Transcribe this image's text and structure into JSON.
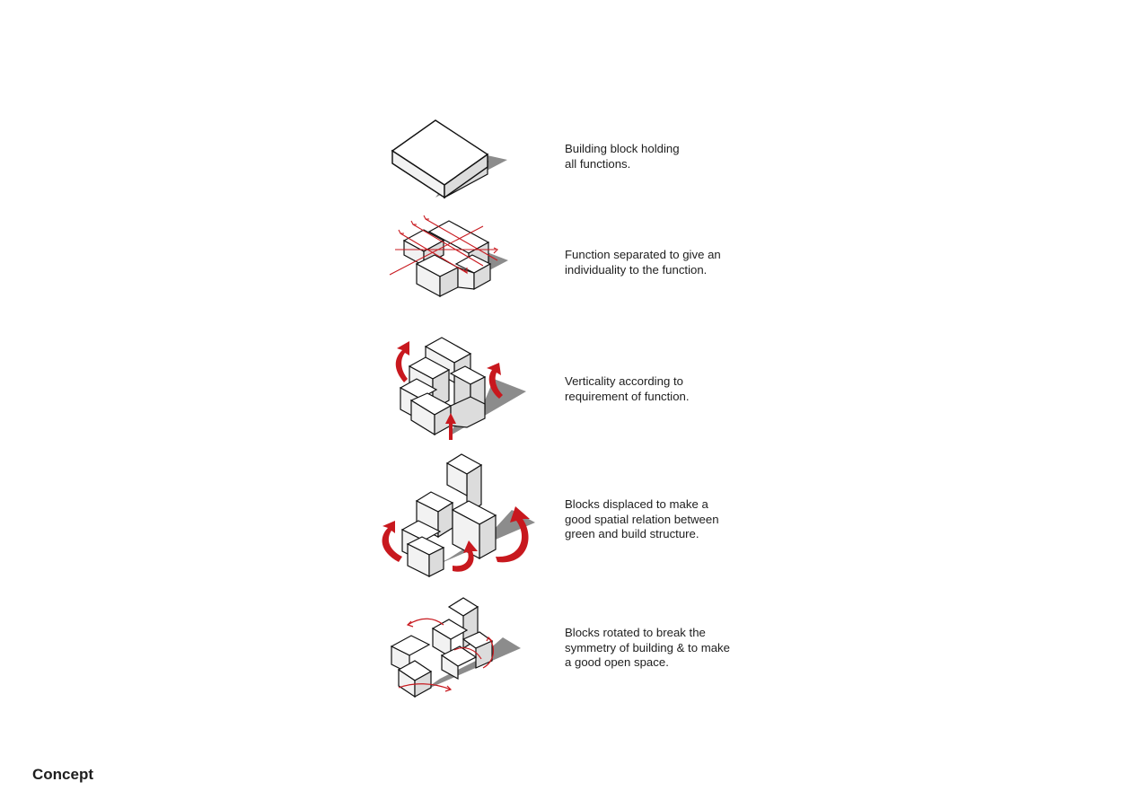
{
  "page": {
    "title": "Concept"
  },
  "steps": [
    {
      "lines": [
        "Building block holding",
        "all functions."
      ]
    },
    {
      "lines": [
        "Function separated to give an",
        "individuality to the function."
      ]
    },
    {
      "lines": [
        "Verticality according to",
        "requirement of function."
      ]
    },
    {
      "lines": [
        "Blocks displaced to make a",
        "good spatial relation between",
        "green and build structure."
      ]
    },
    {
      "lines": [
        "Blocks rotated to break the",
        "symmetry of building & to make",
        "a good open space."
      ]
    }
  ],
  "colors": {
    "accent_red": "#c8181e",
    "shadow": "#8c8c8c",
    "top_face": "#ffffff",
    "left_face": "#f2f2f2",
    "right_face": "#dcdcdc",
    "edge": "#111111"
  }
}
